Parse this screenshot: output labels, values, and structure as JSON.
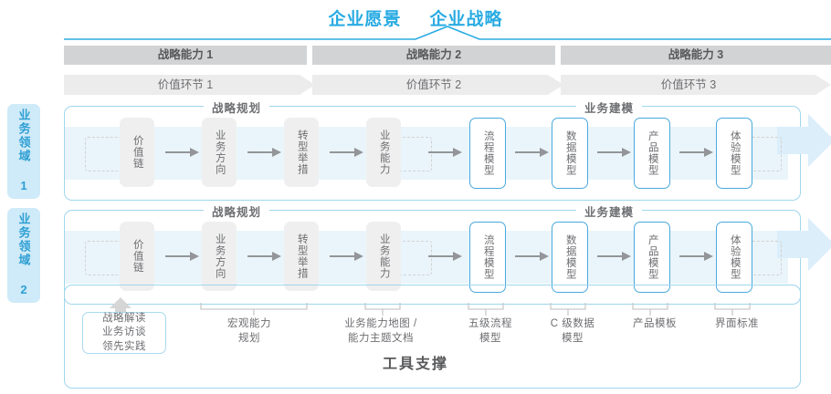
{
  "header": {
    "vision_label": "企业愿景",
    "strategy_label": "企业战略"
  },
  "capabilities": [
    {
      "label": "战略能力 1"
    },
    {
      "label": "战略能力 2"
    },
    {
      "label": "战略能力 3"
    }
  ],
  "value_chain": [
    {
      "label": "价值环节 1"
    },
    {
      "label": "价值环节 2"
    },
    {
      "label": "价值环节 3"
    }
  ],
  "domains": [
    {
      "label": "业务领域 1"
    },
    {
      "label": "业务领域 2"
    }
  ],
  "sections": {
    "planning_title": "战略规划",
    "modeling_title": "业务建模"
  },
  "nodes": {
    "planning": [
      {
        "label": "价值链"
      },
      {
        "label": "业务方向"
      },
      {
        "label": "转型举措"
      },
      {
        "label": "业务能力"
      }
    ],
    "modeling": [
      {
        "label": "流程模型"
      },
      {
        "label": "数据模型"
      },
      {
        "label": "产品模型"
      },
      {
        "label": "体验模型"
      }
    ]
  },
  "tools": {
    "first_box": "战略解读\n业务访谈\n领先实践",
    "first_box_lines": [
      "战略解读",
      "业务访谈",
      "领先实践"
    ],
    "labels": [
      {
        "lines": [
          "宏观能力",
          "规划"
        ]
      },
      {
        "lines": [
          "业务能力地图 /",
          "能力主题文档"
        ]
      },
      {
        "lines": [
          "五级流程",
          "模型"
        ]
      },
      {
        "lines": [
          "C 级数据",
          "模型"
        ]
      },
      {
        "lines": [
          "产品模板"
        ]
      },
      {
        "lines": [
          "界面标准"
        ]
      }
    ],
    "footer_title": "工具支撑"
  },
  "colors": {
    "accent": "#29abe2",
    "node_blue_border": "#49a9dd",
    "band": "#eaf5fb",
    "bar_dark": "#d1d3d4",
    "bar_light": "#ececec",
    "side_bg": "#cfeaf8",
    "text_gray": "#6d6e71"
  }
}
